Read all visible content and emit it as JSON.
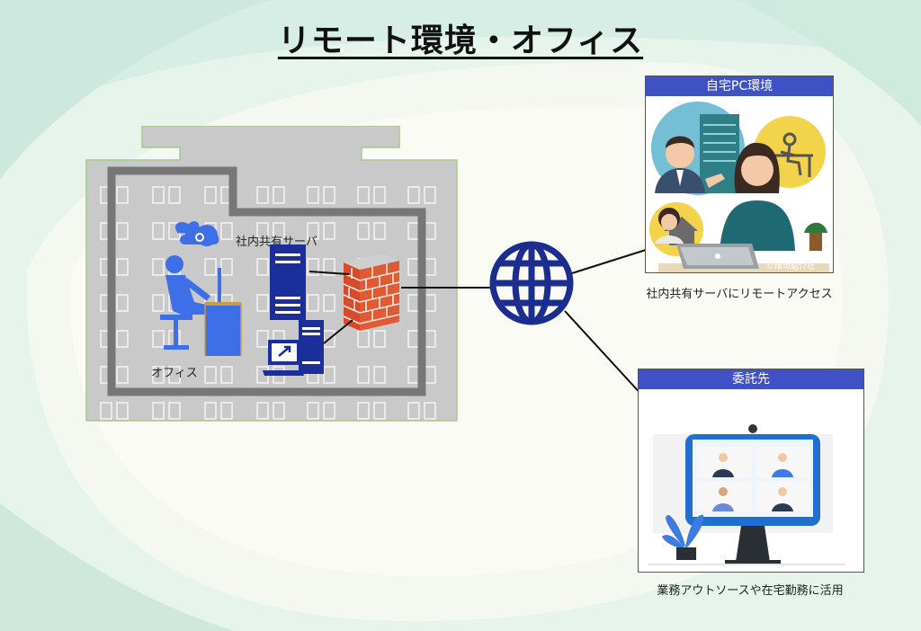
{
  "title": "リモート環境・オフィス",
  "office": {
    "label": "オフィス",
    "server_label": "社内共有サーバ"
  },
  "home_panel": {
    "header": "自宅PC環境",
    "watermark": "©環境紹介社",
    "caption": "社内共有サーバにリモートアクセス"
  },
  "contractor_panel": {
    "header": "委託先",
    "caption": "業務アウトソースや在宅勤務に活用"
  },
  "colors": {
    "panel_header": "#3f51c5",
    "globe": "#1b2e8f",
    "server": "#1a2f9c",
    "firewall": "#d94a2a",
    "building": "#c9c9c9",
    "wall": "#777777"
  }
}
